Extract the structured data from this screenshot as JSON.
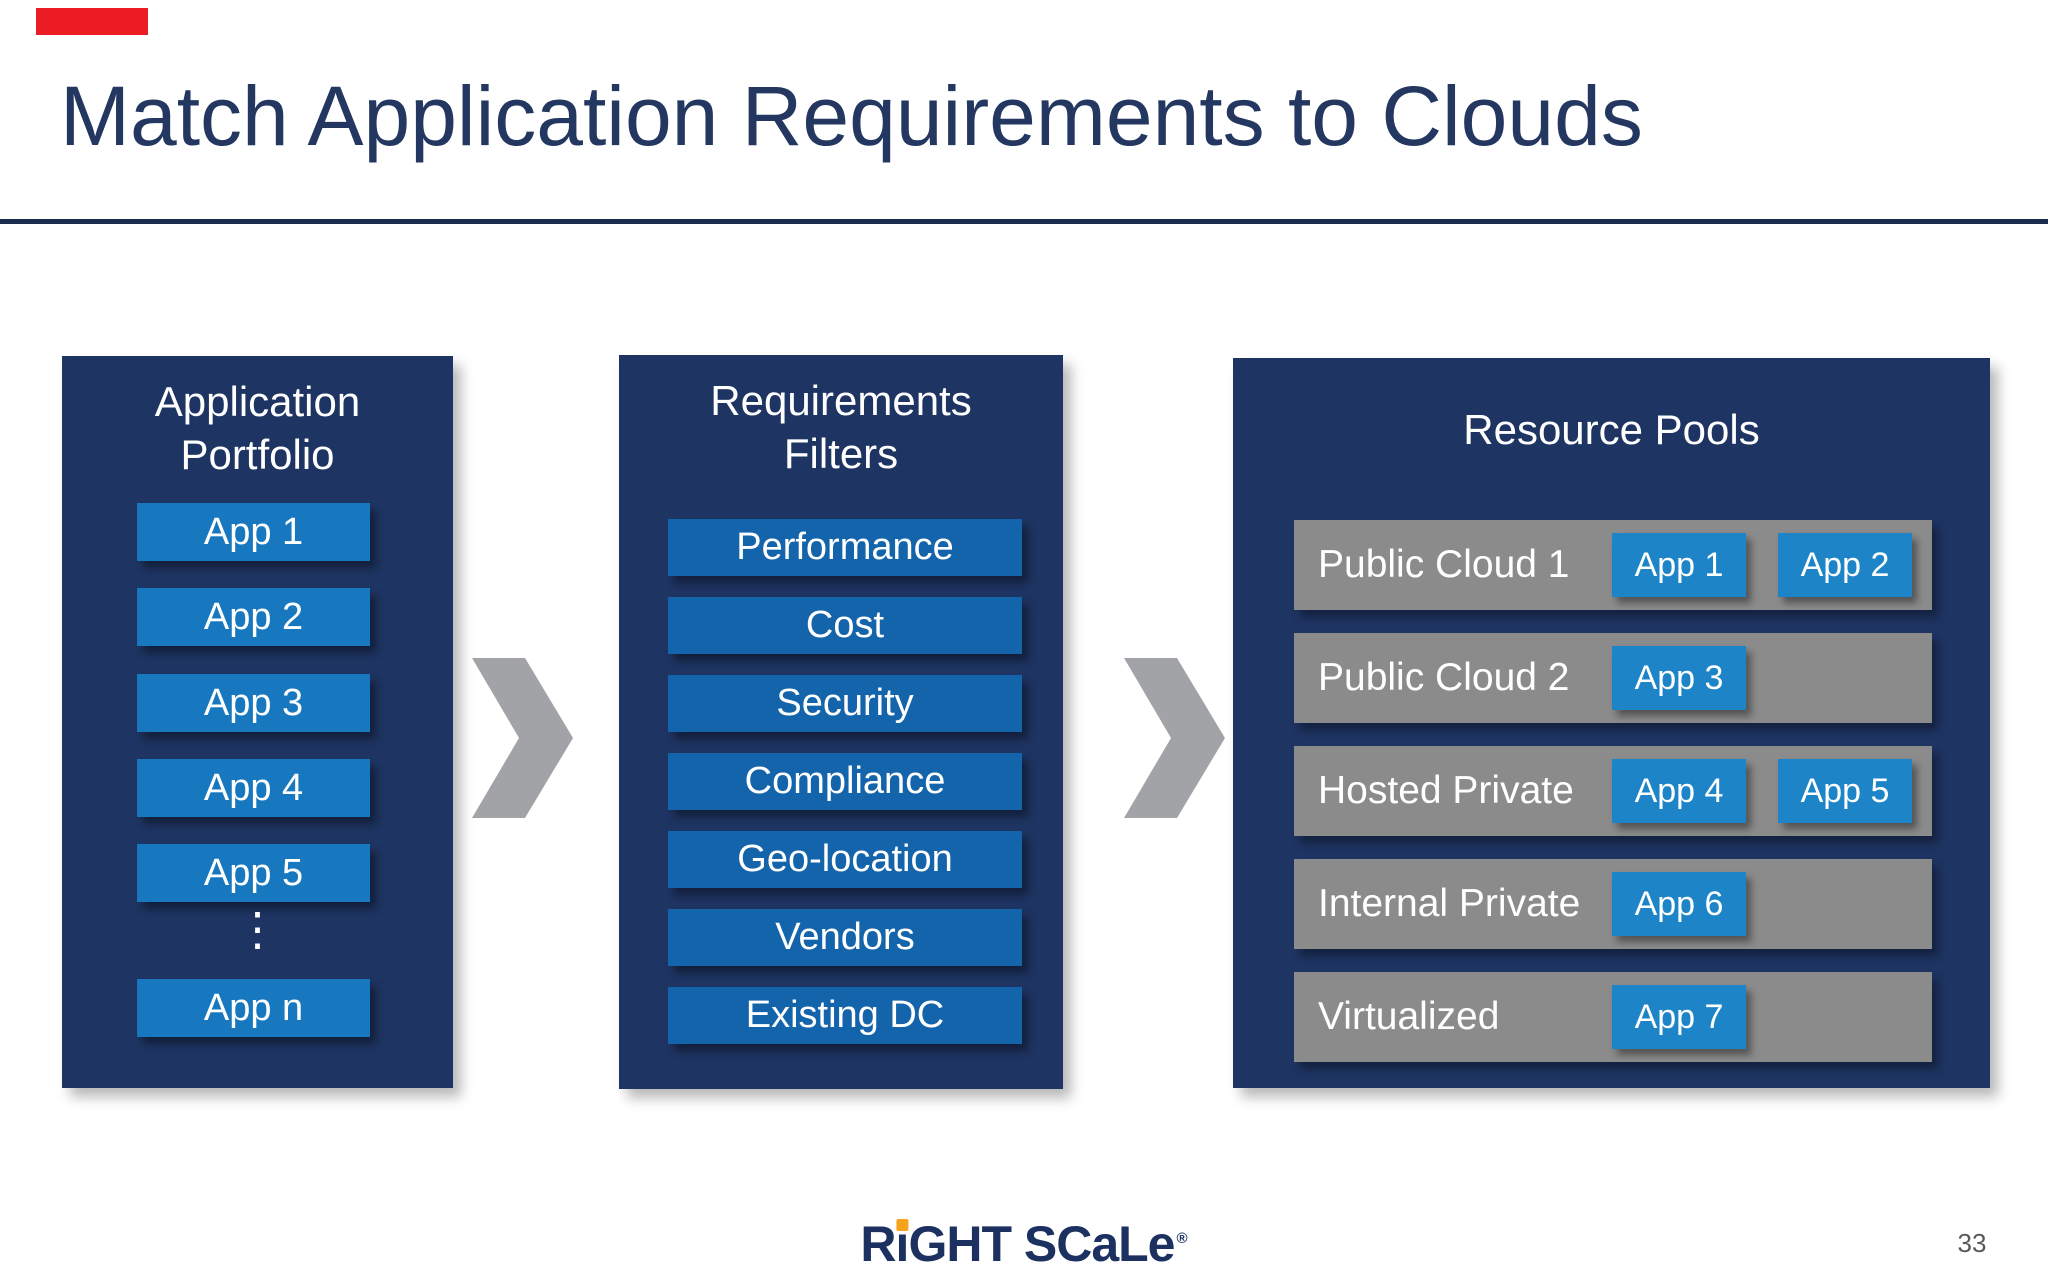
{
  "slide": {
    "title": "Match Application Requirements to Clouds",
    "page_number": "33"
  },
  "panels": {
    "portfolio": {
      "title_line1": "Application",
      "title_line2": "Portfolio",
      "apps": [
        "App 1",
        "App 2",
        "App 3",
        "App 4",
        "App 5"
      ],
      "ellipsis": "⋮",
      "app_n": "App n"
    },
    "filters": {
      "title_line1": "Requirements",
      "title_line2": "Filters",
      "items": [
        "Performance",
        "Cost",
        "Security",
        "Compliance",
        "Geo-location",
        "Vendors",
        "Existing DC"
      ]
    },
    "pools": {
      "title": "Resource Pools",
      "rows": [
        {
          "label": "Public Cloud 1",
          "apps": [
            "App 1",
            "App 2"
          ]
        },
        {
          "label": "Public Cloud 2",
          "apps": [
            "App 3"
          ]
        },
        {
          "label": "Hosted Private",
          "apps": [
            "App 4",
            "App 5"
          ]
        },
        {
          "label": "Internal Private",
          "apps": [
            "App 6"
          ]
        },
        {
          "label": "Virtualized",
          "apps": [
            "App 7"
          ]
        }
      ]
    }
  },
  "logo": {
    "text_before_i": "R",
    "i": "i",
    "text_after_i": "GHT SCaLe",
    "registered": "®"
  },
  "colors": {
    "panel_navy": "#1e3462",
    "title_navy": "#233760",
    "divider_navy": "#1b2b4d",
    "app_blue": "#1878bf",
    "filter_blue": "#1464ab",
    "chip_blue": "#1d85c7",
    "pool_row_gray": "#8b8b8b",
    "chevron_gray": "#a1a3a6",
    "logo_navy": "#1c3160",
    "logo_dot_orange": "#f6a21d",
    "accent_red": "#ec1c24",
    "page_number_gray": "#58595b"
  }
}
